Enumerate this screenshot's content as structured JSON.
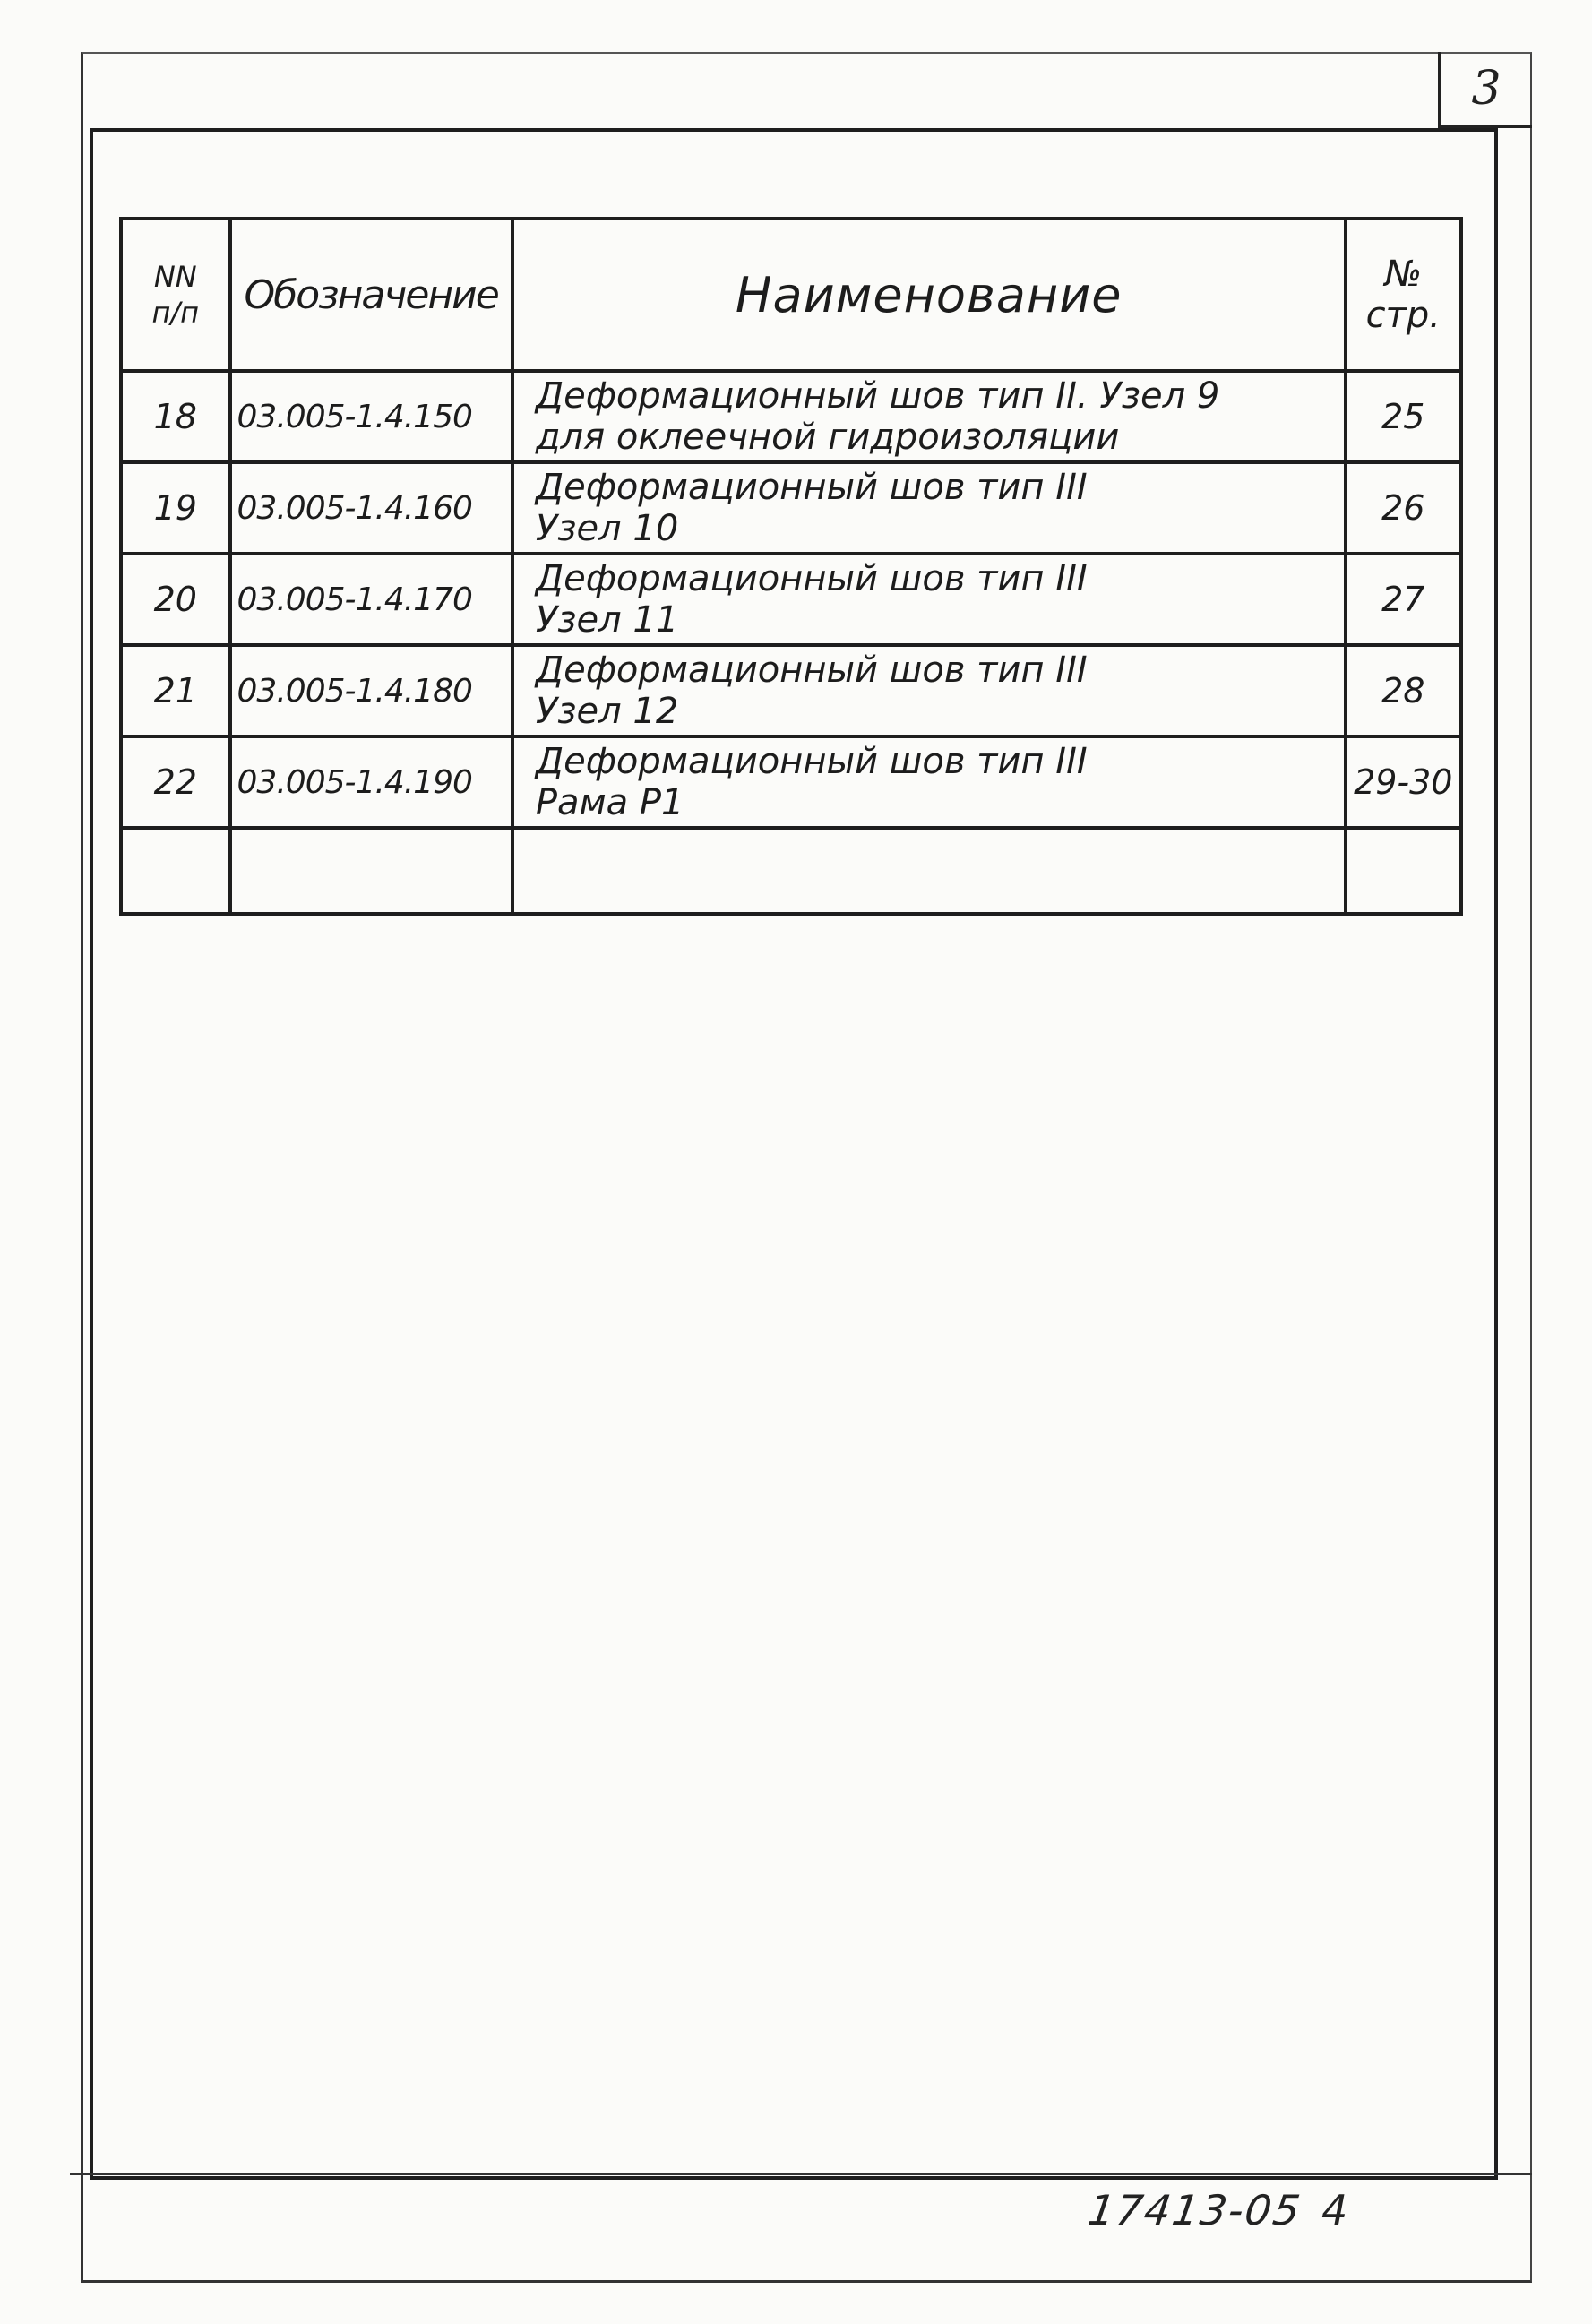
{
  "sheet_number": "3",
  "table": {
    "headers": {
      "num": [
        "NN",
        "п/п"
      ],
      "code": "Обозначение",
      "name": "Наименование",
      "page": [
        "№",
        "стр."
      ]
    },
    "rows": [
      {
        "num": "18",
        "code": "03.005-1.4.150",
        "name": [
          "Деформационный шов тип II. Узел 9",
          "для оклеечной гидроизоляции"
        ],
        "page": "25"
      },
      {
        "num": "19",
        "code": "03.005-1.4.160",
        "name": [
          "Деформационный шов тип III",
          "Узел 10"
        ],
        "page": "26"
      },
      {
        "num": "20",
        "code": "03.005-1.4.170",
        "name": [
          "Деформационный шов тип III",
          "Узел 11"
        ],
        "page": "27"
      },
      {
        "num": "21",
        "code": "03.005-1.4.180",
        "name": [
          "Деформационный шов тип III",
          "Узел 12"
        ],
        "page": "28"
      },
      {
        "num": "22",
        "code": "03.005-1.4.190",
        "name": [
          "Деформационный шов тип III",
          "Рама Р1"
        ],
        "page": "29-30"
      }
    ]
  },
  "footer": {
    "doc_code": "17413-05",
    "sheet": "4"
  }
}
